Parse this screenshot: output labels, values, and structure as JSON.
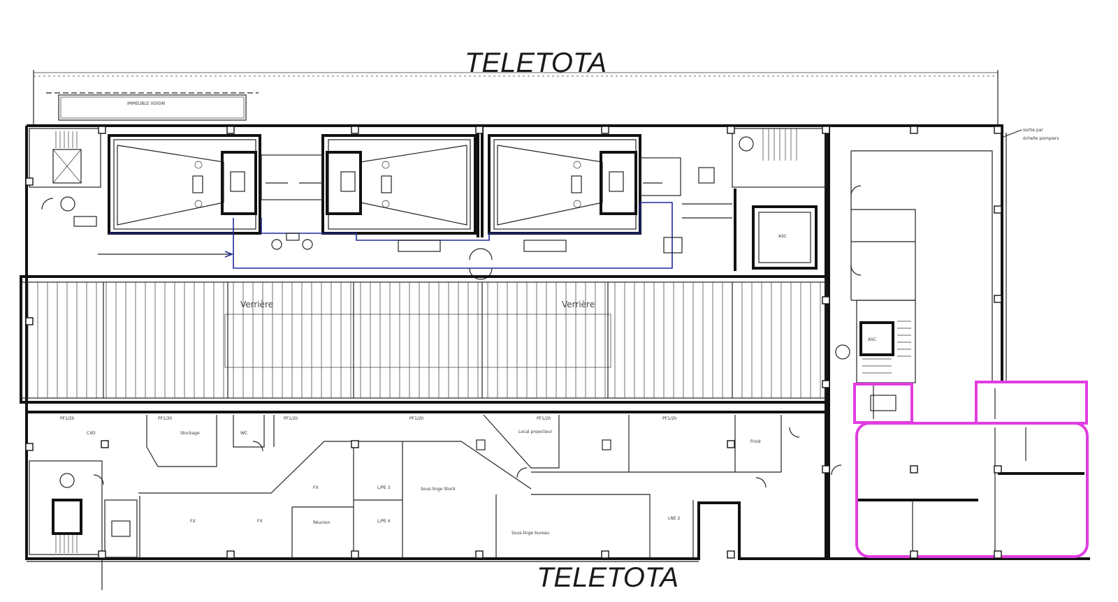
{
  "street_top": "TELETOTA",
  "street_bottom": "TELETOTA",
  "labels": {
    "top_banner": "IMMEUBLE VOISIN",
    "exit_note_1": "sortie par",
    "exit_note_2": "échelle pompiers",
    "verriere_left": "Verrière",
    "verriere_right": "Verrière",
    "elev_right": "ASC",
    "elev_mid": "ASC",
    "pf_1": "PF1/2h",
    "pf_2": "PF1/2h",
    "pf_3": "PF1/2h",
    "pf_4": "PF1/2h",
    "pf_5": "PF1/2h",
    "pf_6": "PF1/2h",
    "room_cxo": "CXO",
    "room_stockage": "Stockage",
    "room_wc": "WC",
    "room_local": "Local projecteur",
    "room_fx_top": "FX",
    "room_lp3": "L/PE 3",
    "room_stock": "Sous-linge Stock",
    "room_fx_a": "FX",
    "room_fx_b": "FX",
    "room_reunion": "Réunion",
    "room_lp4": "L/PE 4",
    "room_bureau": "Sous-linge bureau",
    "room_lne2": "LNE 2",
    "room_froid": "Froid"
  },
  "colors": {
    "wall": "#111111",
    "zone_blue": "#1e2a9a",
    "highlight_magenta": "#e13ce0"
  }
}
